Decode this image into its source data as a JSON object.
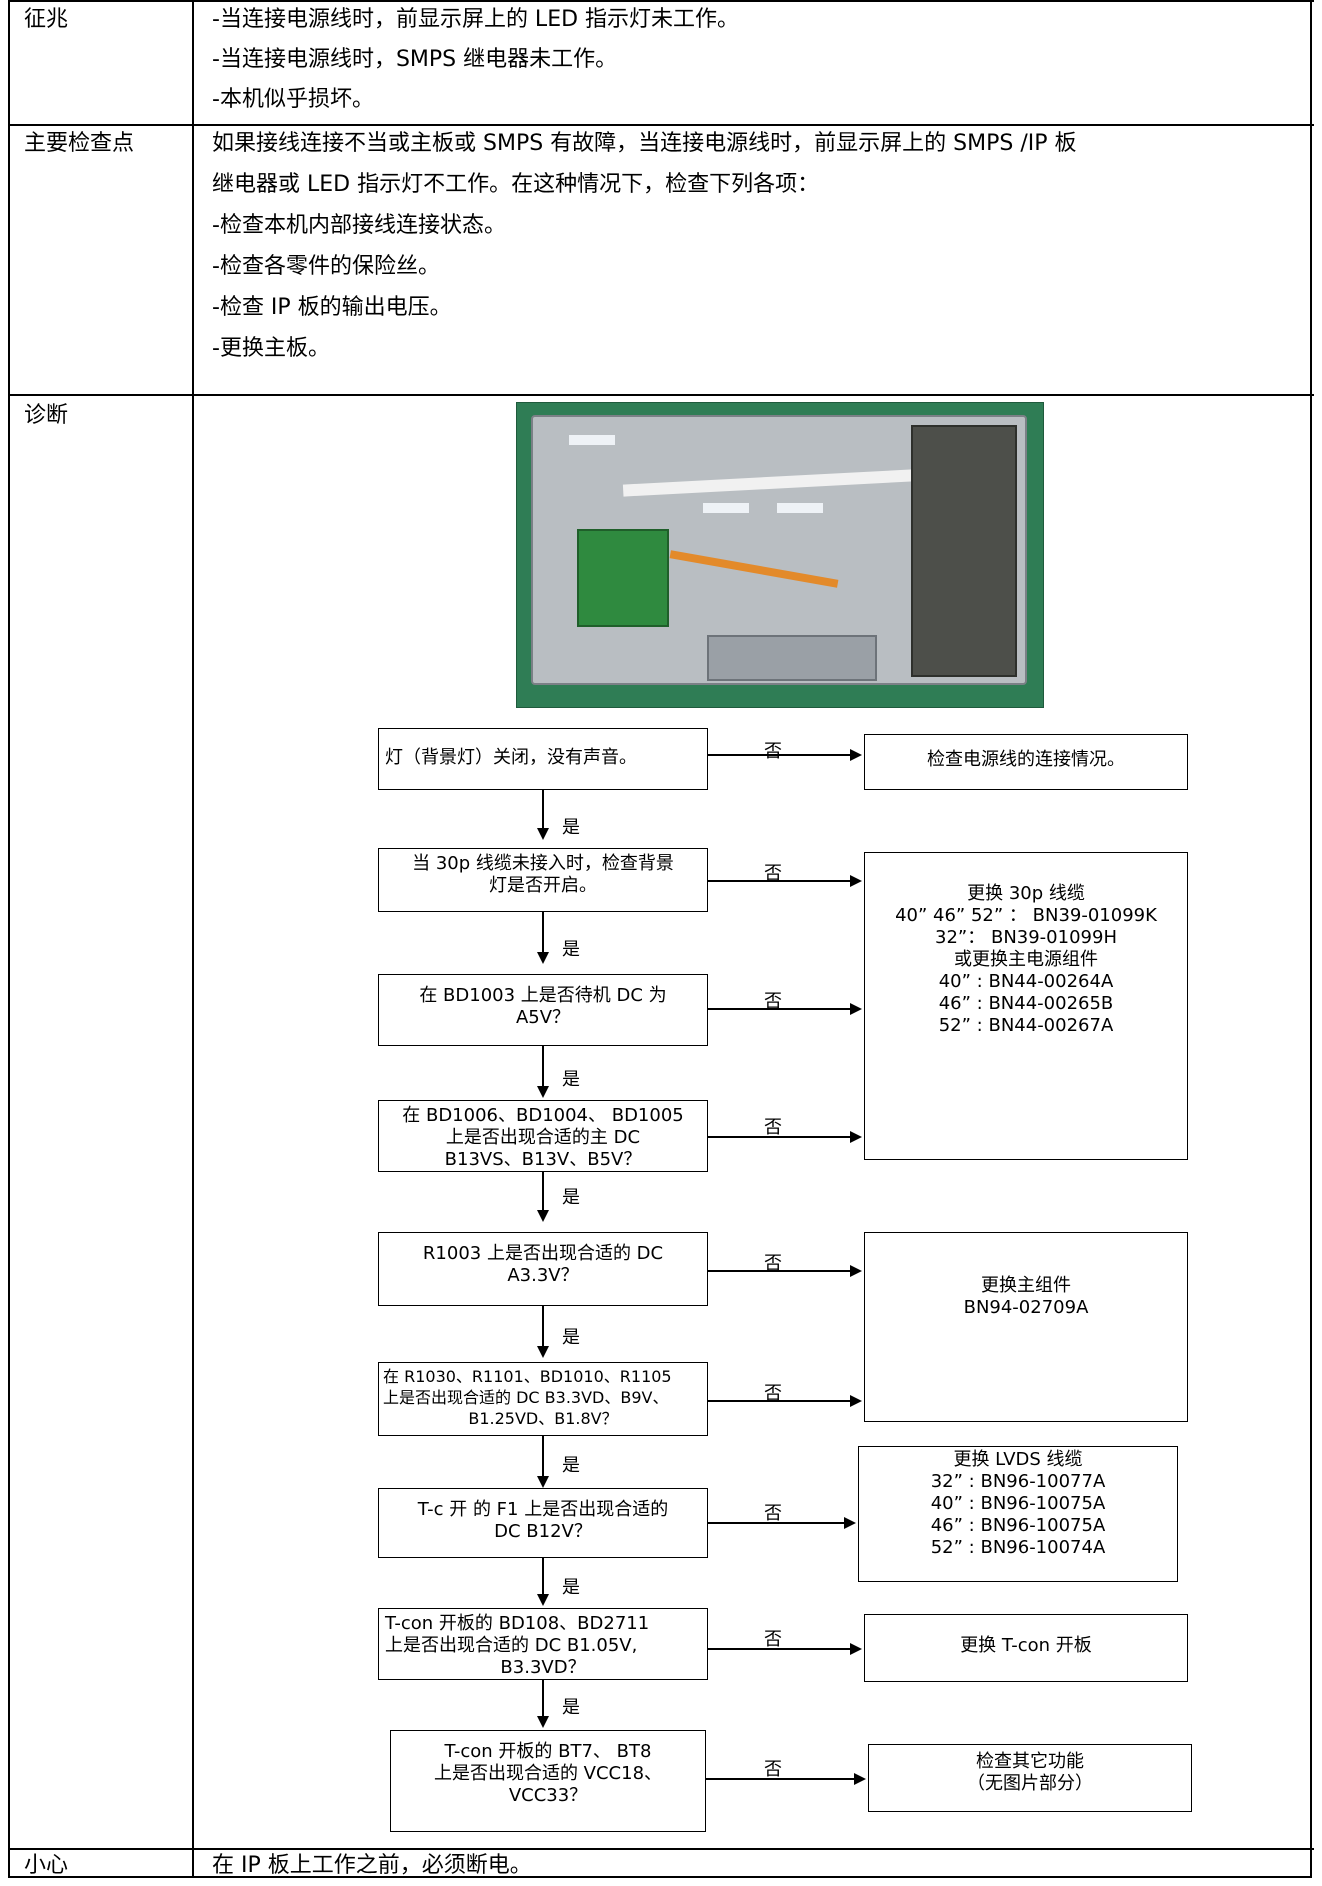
{
  "rows": [
    {
      "label": "征兆",
      "lines": [
        "-当连接电源线时，前显示屏上的 LED 指示灯未工作。",
        "-当连接电源线时，SMPS 继电器未工作。",
        "-本机似乎损坏。"
      ]
    },
    {
      "label": "主要检查点",
      "lines": [
        "如果接线连接不当或主板或 SMPS 有故障，当连接电源线时，前显示屏上的 SMPS /IP 板",
        "继电器或 LED 指示灯不工作。在这种情况下，检查下列各项：",
        "-检查本机内部接线连接状态。",
        "-检查各零件的保险丝。",
        "-检查 IP 板的输出电压。",
        "-更换主板。"
      ]
    },
    {
      "label": "诊断"
    },
    {
      "label": "小心",
      "lines": [
        "在 IP 板上工作之前，必须断电。"
      ]
    }
  ],
  "flow": {
    "yes": "是",
    "no": "否",
    "steps": [
      {
        "lines": [
          "灯（背景灯）关闭，没有声音。"
        ]
      },
      {
        "lines": [
          "当 30p 线缆未接入时，检查背景",
          "灯是否开启。"
        ]
      },
      {
        "lines": [
          "在 BD1003 上是否待机 DC 为",
          "A5V？"
        ]
      },
      {
        "lines": [
          "在 BD1006、BD1004、 BD1005",
          "上是否出现合适的主 DC",
          "B13VS、B13V、B5V？"
        ]
      },
      {
        "lines": [
          "R1003 上是否出现合适的 DC",
          "A3.3V？"
        ]
      },
      {
        "lines": [
          "在 R1030、R1101、BD1010、R1105",
          "上是否出现合适的 DC B3.3VD、B9V、",
          "B1.25VD、B1.8V？"
        ]
      },
      {
        "lines": [
          "T-c 开 的 F1 上是否出现合适的",
          "DC B12V？"
        ]
      },
      {
        "lines": [
          "T-con 开板的 BD108、BD2711",
          "上是否出现合适的 DC B1.05V,",
          "B3.3VD？"
        ]
      },
      {
        "lines": [
          "T-con 开板的 BT7、 BT8",
          "上是否出现合适的 VCC18、",
          "VCC33？"
        ]
      }
    ],
    "actions": [
      {
        "lines": [
          "检查电源线的连接情况。"
        ]
      },
      {
        "lines": [
          "更换 30p 线缆",
          "40” 46” 52” ： BN39-01099K",
          "32”： BN39-01099H",
          "或更换主电源组件",
          "40” : BN44-00264A",
          "46” : BN44-00265B",
          "52” : BN44-00267A"
        ]
      },
      {
        "lines": [
          "更换主组件",
          "BN94-02709A"
        ]
      },
      {
        "lines": [
          "更换 LVDS 线缆",
          "32” : BN96-10077A",
          "40” : BN96-10075A",
          "46” : BN96-10075A",
          "52” : BN96-10074A"
        ]
      },
      {
        "lines": [
          "更换 T-con 开板"
        ]
      },
      {
        "lines": [
          "检查其它功能",
          "（无图片部分）"
        ]
      }
    ]
  }
}
